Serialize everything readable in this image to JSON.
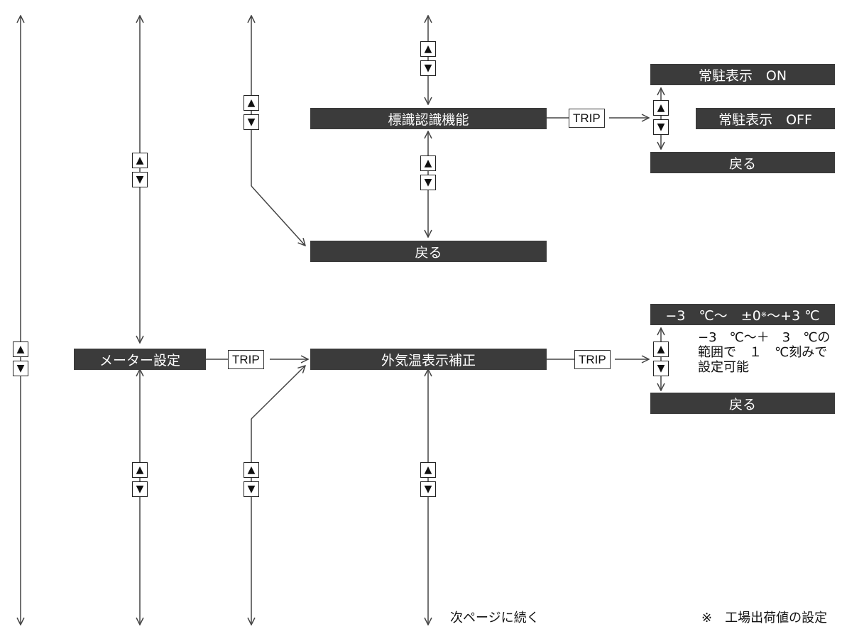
{
  "colors": {
    "bar": "#3b3b3b",
    "line": "#444444"
  },
  "boxes": {
    "sign_recognition": "標識認識機能",
    "back_top": "戻る",
    "meter_setting": "メーター設定",
    "outside_temp": "外気温表示補正",
    "resident_on": "常駐表示　ON",
    "resident_off": "常駐表示　OFF",
    "back_right_top": "戻る",
    "temp_range": "−3　℃〜　±0",
    "temp_range_mark": "※",
    "temp_range_tail": "〜+3 ℃",
    "back_right_bottom": "戻る"
  },
  "trip_label": "TRIP",
  "updown": {
    "up": "▲",
    "down": "▼"
  },
  "note": "−3　℃〜＋　3　℃の\n範囲で　１　℃刻みで\n設定可能",
  "footer": {
    "continued": "次ページに続く",
    "asterisk_note": "※　工場出荷値の設定"
  }
}
